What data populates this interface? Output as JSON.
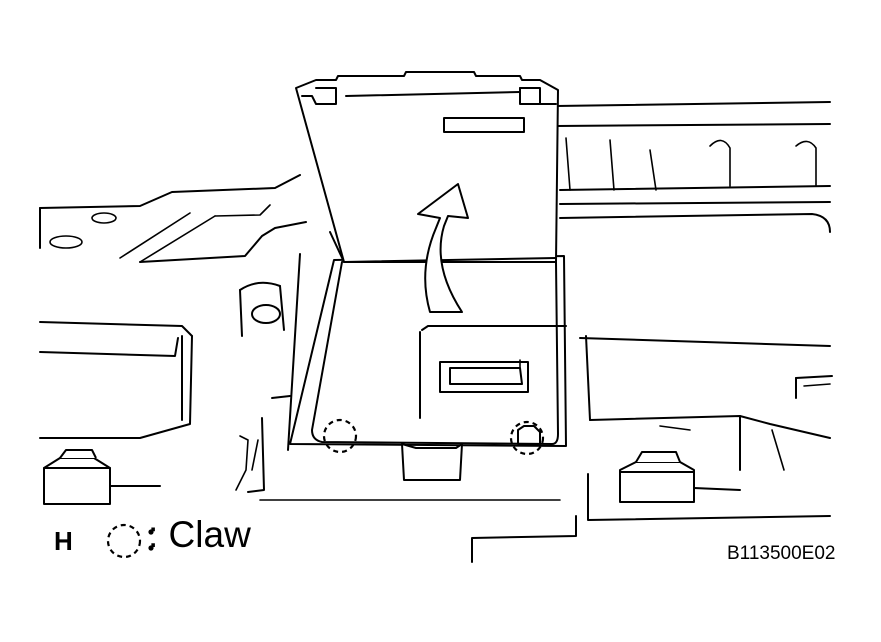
{
  "figure": {
    "view_letter": "H",
    "legend_text": ": Claw",
    "figure_id": "B113500E02",
    "icons": {
      "claw_symbol": "dashed-circle-icon",
      "direction": "curved-arrow-icon"
    }
  }
}
